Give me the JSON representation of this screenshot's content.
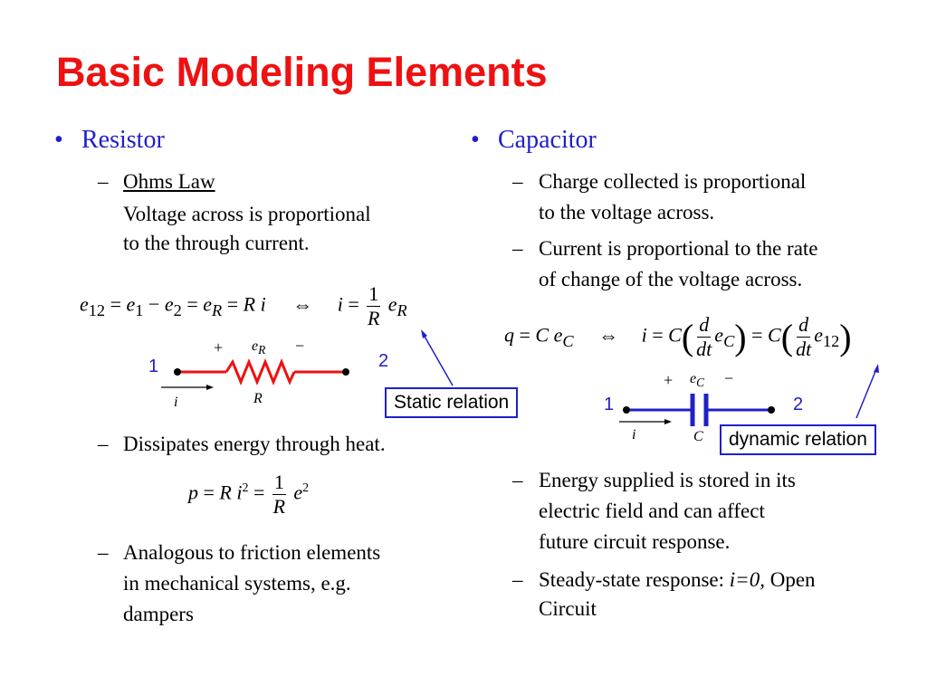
{
  "slide": {
    "title": "Basic Modeling Elements",
    "left": {
      "heading": "Resistor",
      "items": [
        "Ohms Law",
        "Voltage across is proportional",
        "to the through current.",
        "Dissipates energy through heat.",
        "Analogous to friction elements",
        "in mechanical systems, e.g.",
        "dampers"
      ],
      "static_label": "Static relation",
      "node1": "1",
      "node2": "2"
    },
    "right": {
      "heading": "Capacitor",
      "items": [
        "Charge collected is proportional",
        "to the voltage across.",
        "Current is proportional to the rate",
        "of change of the voltage across.",
        "Energy supplied is stored in its",
        "electric field and can affect",
        "future circuit response.",
        "Steady-state response: ",
        "i=0,",
        " Open",
        "Circuit"
      ],
      "dynamic_label": "dynamic relation",
      "node1": "1",
      "node2": "2"
    },
    "colors": {
      "title": "#ee1111",
      "heading": "#2020c8",
      "resistor": "#ee1111",
      "wire": "#2020c8"
    }
  }
}
